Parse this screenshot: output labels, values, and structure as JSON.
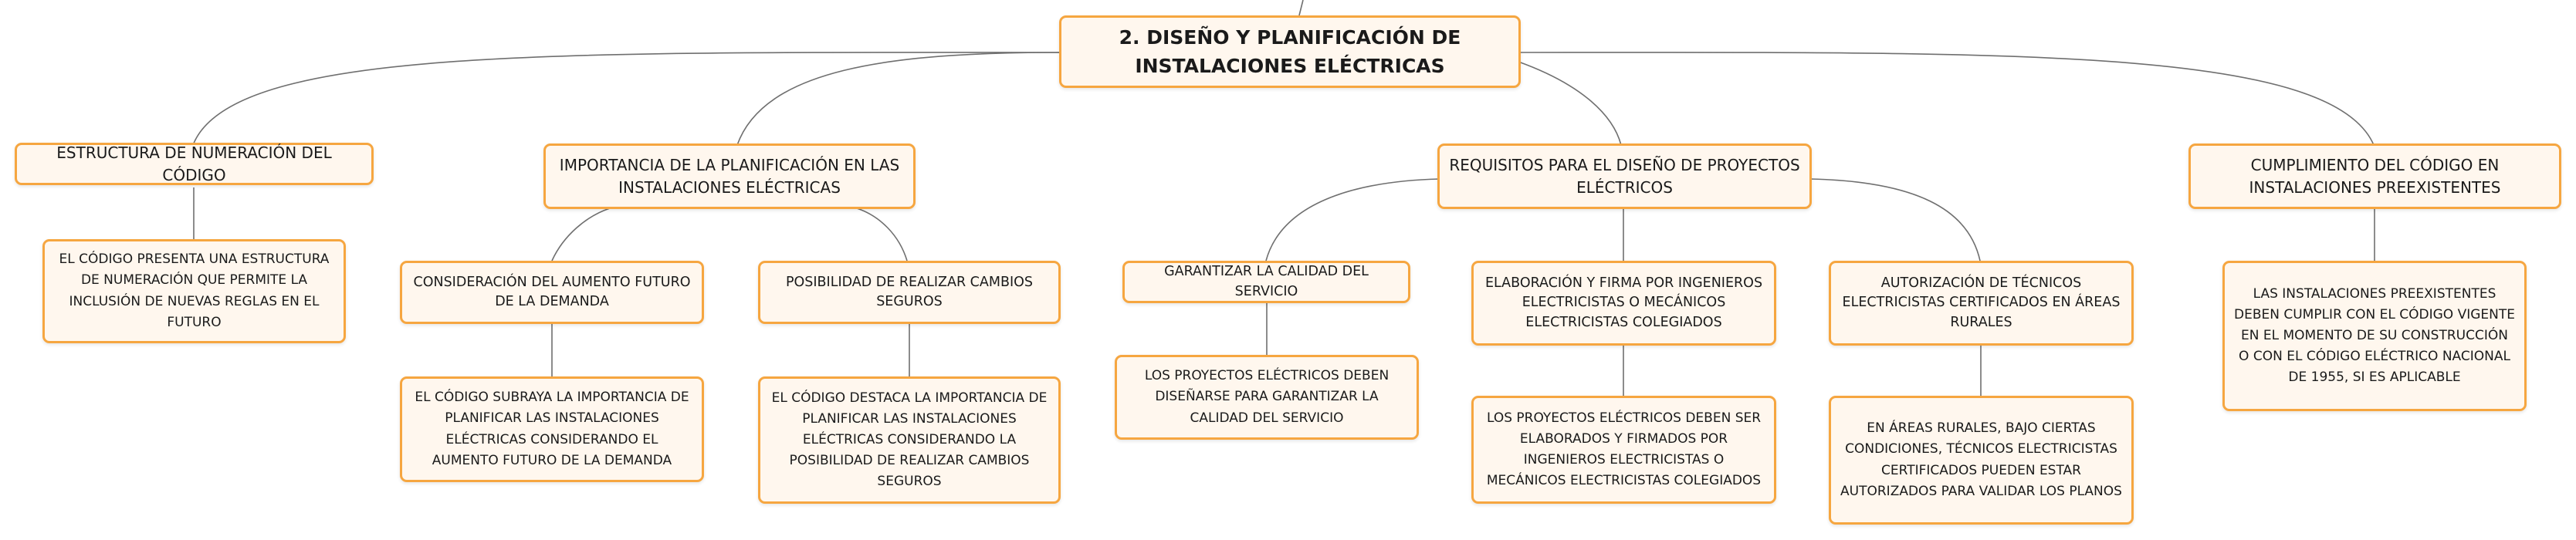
{
  "root": {
    "label": "2. DISEÑO Y PLANIFICACIÓN DE INSTALACIONES ELÉCTRICAS"
  },
  "branches": [
    {
      "label": "ESTRUCTURA DE NUMERACIÓN DEL CÓDIGO",
      "detail": "EL CÓDIGO PRESENTA UNA ESTRUCTURA DE NUMERACIÓN QUE PERMITE LA INCLUSIÓN DE NUEVAS REGLAS EN EL FUTURO"
    },
    {
      "label": "IMPORTANCIA DE LA PLANIFICACIÓN EN LAS INSTALACIONES ELÉCTRICAS",
      "children": [
        {
          "label": "CONSIDERACIÓN DEL AUMENTO FUTURO DE LA DEMANDA",
          "detail": "EL CÓDIGO SUBRAYA LA IMPORTANCIA DE PLANIFICAR LAS INSTALACIONES ELÉCTRICAS CONSIDERANDO EL AUMENTO FUTURO DE LA DEMANDA"
        },
        {
          "label": "POSIBILIDAD DE REALIZAR CAMBIOS SEGUROS",
          "detail": "EL CÓDIGO DESTACA LA IMPORTANCIA DE PLANIFICAR LAS INSTALACIONES ELÉCTRICAS CONSIDERANDO LA POSIBILIDAD DE REALIZAR CAMBIOS SEGUROS"
        }
      ]
    },
    {
      "label": "REQUISITOS PARA EL DISEÑO DE PROYECTOS ELÉCTRICOS",
      "children": [
        {
          "label": "GARANTIZAR LA CALIDAD DEL SERVICIO",
          "detail": "LOS PROYECTOS ELÉCTRICOS DEBEN DISEÑARSE PARA GARANTIZAR LA CALIDAD DEL SERVICIO"
        },
        {
          "label": "ELABORACIÓN Y FIRMA POR INGENIEROS ELECTRICISTAS O MECÁNICOS ELECTRICISTAS COLEGIADOS",
          "detail": "LOS PROYECTOS ELÉCTRICOS DEBEN SER ELABORADOS Y FIRMADOS POR INGENIEROS ELECTRICISTAS O MECÁNICOS ELECTRICISTAS COLEGIADOS"
        },
        {
          "label": "AUTORIZACIÓN DE TÉCNICOS ELECTRICISTAS CERTIFICADOS EN ÁREAS RURALES",
          "detail": "EN ÁREAS RURALES, BAJO CIERTAS CONDICIONES, TÉCNICOS ELECTRICISTAS CERTIFICADOS PUEDEN ESTAR AUTORIZADOS PARA VALIDAR LOS PLANOS"
        }
      ]
    },
    {
      "label": "CUMPLIMIENTO DEL CÓDIGO EN INSTALACIONES PREEXISTENTES",
      "detail": "LAS INSTALACIONES PREEXISTENTES DEBEN CUMPLIR CON EL CÓDIGO VIGENTE EN EL MOMENTO DE SU CONSTRUCCIÓN O CON EL CÓDIGO ELÉCTRICO NACIONAL DE 1955, SI ES APLICABLE"
    }
  ],
  "colors": {
    "border": "#f6a640",
    "fill": "#fff7ee",
    "connector": "#6f6f6f"
  }
}
